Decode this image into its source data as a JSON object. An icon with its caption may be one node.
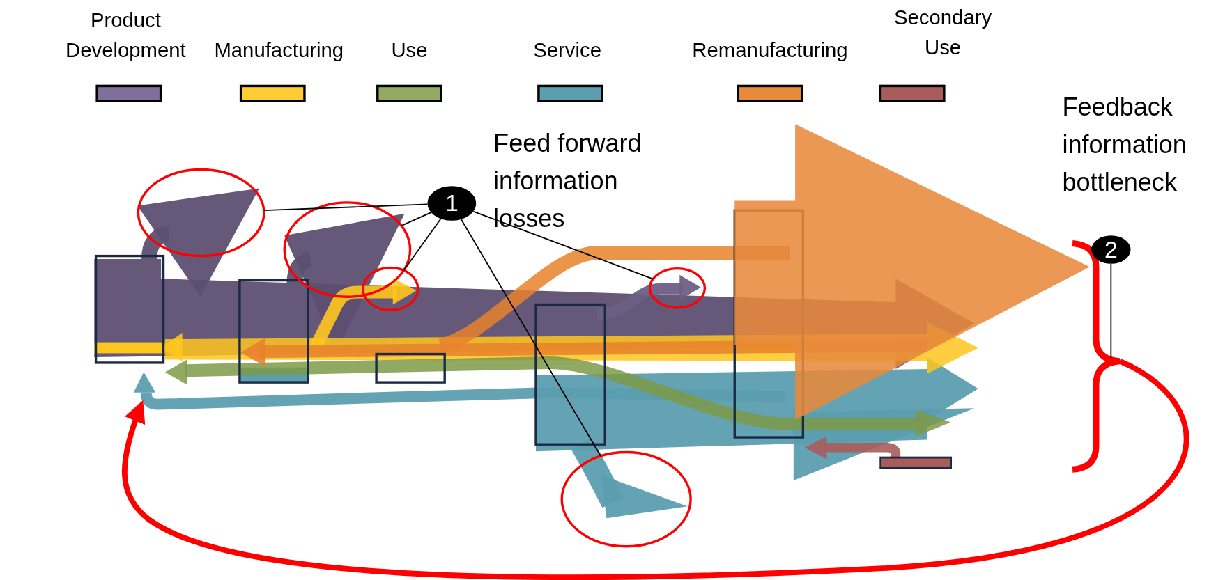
{
  "diagram": {
    "nodes": [
      {
        "text": [
          "1"
        ]
      },
      {
        "text": [
          "2"
        ]
      },
      {
        "text": [],
        "shape": "circle"
      },
      {
        "text": [],
        "shape": "circle"
      },
      {
        "text": [],
        "shape": "circle"
      },
      {
        "text": [],
        "shape": "circle"
      },
      {
        "text": [],
        "shape": "circle"
      },
      {
        "text": [],
        "shape": "brace"
      }
    ],
    "edges": [
      {
        "from": 0,
        "to": 2,
        "arrow": "none"
      },
      {
        "from": 0,
        "to": 3,
        "arrow": "none"
      },
      {
        "from": 0,
        "to": 4,
        "arrow": "none"
      },
      {
        "from": 0,
        "to": 5,
        "arrow": "none"
      },
      {
        "from": 0,
        "to": 6,
        "arrow": "none"
      },
      {
        "from": 1,
        "to": 7,
        "arrow": "none"
      },
      {
        "from": 7,
        "to": null,
        "arrow": "to",
        "style": "thick",
        "color": "#ff0000"
      },
      {
        "from": null,
        "to": 7,
        "arrow": "to",
        "style": "thick",
        "color": "#e88a3c"
      }
    ],
    "labels": [
      "Feed forward information losses",
      "Feedback information bottleneck"
    ],
    "legend": [
      {
        "text": "Product Development",
        "color": "#806f9a"
      },
      {
        "text": "Manufacturing",
        "color": "#ffcc33"
      },
      {
        "text": "Use",
        "color": "#93aa60"
      },
      {
        "text": "Service",
        "color": "#5b9eb0"
      },
      {
        "text": "Remanufacturing",
        "color": "#e88a3c"
      },
      {
        "text": "Secondary Use",
        "color": "#a85c5c"
      }
    ]
  }
}
